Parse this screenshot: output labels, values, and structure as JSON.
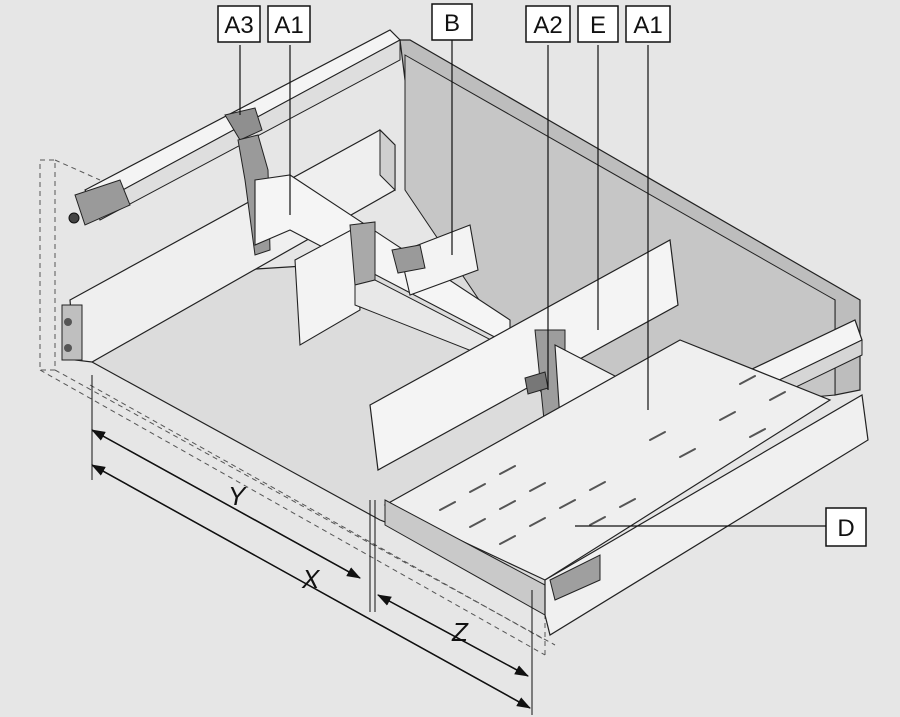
{
  "labels": {
    "a3_left": "A3",
    "a1_left": "A1",
    "b": "B",
    "a2": "A2",
    "e": "E",
    "a1_right": "A1",
    "d": "D"
  },
  "dimensions": {
    "y": "Y",
    "x": "X",
    "z": "Z"
  },
  "colors": {
    "background": "#e6e6e6",
    "panel_light": "#f2f2f2",
    "panel_mid": "#d2d2d2",
    "panel_dark": "#9e9e9e",
    "line": "#222222"
  }
}
